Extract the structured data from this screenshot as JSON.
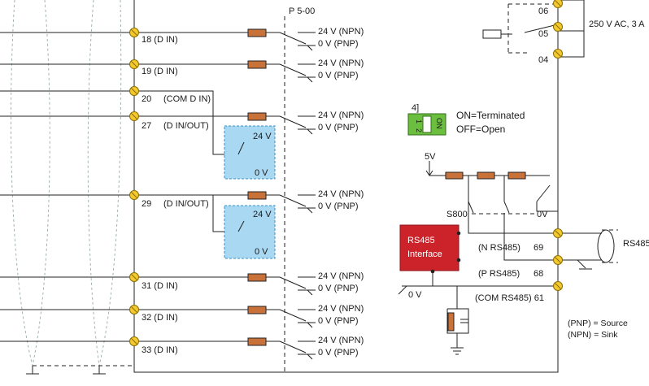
{
  "switch_label": "P 5-00",
  "npn_label": "24 V (NPN)",
  "pnp_label": "0 V (PNP)",
  "terminals": {
    "t18": "18 (D IN)",
    "t19": "19 (D IN)",
    "t20": "20",
    "t20b": "(COM D IN)",
    "t27": "27",
    "t27b": "(D IN/OUT)",
    "t29": "29",
    "t29b": "(D IN/OUT)",
    "t31": "31 (D IN)",
    "t32": "32 (D IN)",
    "t33": "33 (D IN)"
  },
  "box_labels": {
    "v24": "24 V",
    "v0": "0 V"
  },
  "relay": {
    "t06": "06",
    "t05": "05",
    "t04": "04",
    "rating": "250 V AC, 3 A"
  },
  "bus_term": {
    "number": "4]",
    "on": "ON=Terminated",
    "off": "OFF=Open",
    "switch_on": "ON",
    "switch_1": "1",
    "switch_2": "2"
  },
  "rs485": {
    "v5": "5V",
    "s800": "S800",
    "v0_right": "0V",
    "iface_line1": "RS485",
    "iface_line2": "Interface",
    "n_label": "(N RS485)",
    "n_num": "69",
    "p_label": "(P RS485)",
    "p_num": "68",
    "com_label": "(COM RS485) 61",
    "v0_left": "0 V",
    "ext_label": "RS485"
  },
  "legend": {
    "pnp": "(PNP) = Source",
    "npn": "(NPN) = Sink"
  },
  "colors": {
    "terminal": "#f4c92f",
    "resistor": "#c8723a",
    "interface": "#cc2229",
    "switch_green": "#6cbf3e",
    "supply_box": "#a9d8f2"
  }
}
